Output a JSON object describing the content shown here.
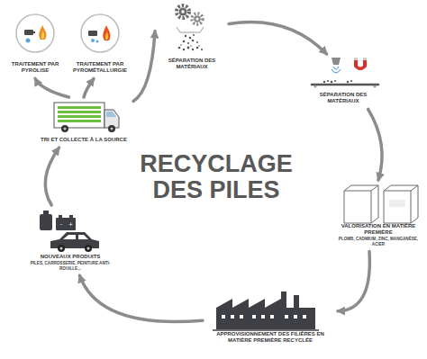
{
  "diagram": {
    "title": "RECYCLAGE DES PILES",
    "nodes": [
      {
        "text": [
          "TRAITEMENT PAR PYROLISE"
        ]
      },
      {
        "text": [
          "TRAITEMENT PAR PYROMÉTALLURGIE"
        ]
      },
      {
        "text": [
          "SÉPARATION DES MATÉRIAUX"
        ]
      },
      {
        "text": [
          "SÉPARATION DES MATÉRIAUX"
        ]
      },
      {
        "text": [
          "VALORISATION EN MATIÈRE PREMIÈRE",
          "PLOMB, CADMIUM, ZINC, MANGANÈSE, ACIER"
        ]
      },
      {
        "text": [
          "APPROVISIONNEMENT DES FILIÈRES EN MATIÈRE PREMIÈRE RECYCLÉE"
        ]
      },
      {
        "text": [
          "NOUVEAUX PRODUITS",
          "PILES, CARROSSERIE, PEINTURE ANTI-ROUILLE..."
        ]
      },
      {
        "text": [
          "TRI ET COLLECTE À LA SOURCE"
        ]
      }
    ],
    "edges": [
      {
        "from": 7,
        "to": 0,
        "arrow": "to"
      },
      {
        "from": 7,
        "to": 1,
        "arrow": "to"
      },
      {
        "from": 7,
        "to": 2,
        "arrow": "to"
      },
      {
        "from": 2,
        "to": 3,
        "arrow": "to"
      },
      {
        "from": 3,
        "to": 4,
        "arrow": "to"
      },
      {
        "from": 4,
        "to": 5,
        "arrow": "to"
      },
      {
        "from": 5,
        "to": 6,
        "arrow": "to"
      },
      {
        "from": 6,
        "to": 7,
        "arrow": "to"
      }
    ]
  }
}
